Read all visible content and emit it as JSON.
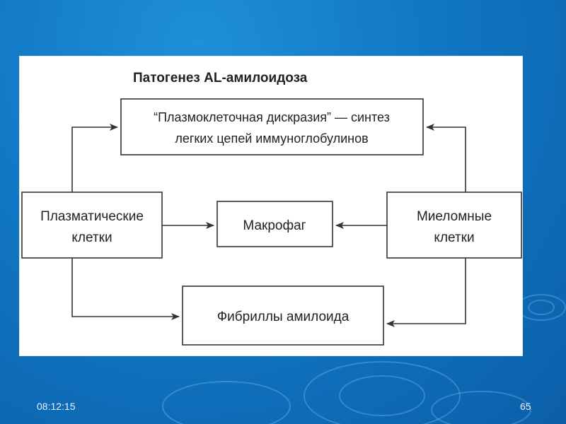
{
  "diagram": {
    "title": "Патогенез AL-амилоидоза",
    "top_box": {
      "line1": "“Плазмоклеточная дискразия” — синтез",
      "line2": "легких цепей иммуноглобулинов"
    },
    "left_box": {
      "line1": "Плазматические",
      "line2": "клетки"
    },
    "center_box": {
      "line1": "Макрофаг"
    },
    "right_box": {
      "line1": "Миеломные",
      "line2": "клетки"
    },
    "bottom_box": {
      "line1": "Фибриллы амилоида"
    }
  },
  "footer": {
    "time": "08:12:15",
    "page_number": "65"
  },
  "colors": {
    "background": "#1177c4",
    "panel": "#ffffff",
    "stroke": "#333333"
  }
}
